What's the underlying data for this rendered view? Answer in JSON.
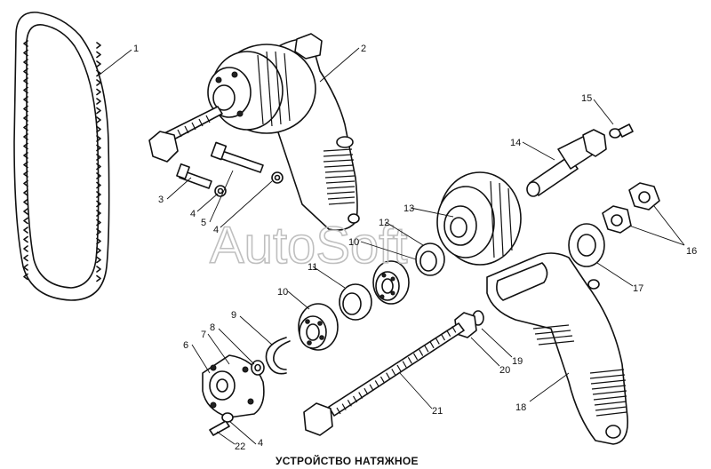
{
  "title": "УСТРОЙСТВО НАТЯЖНОЕ",
  "watermark": "AutoSoft",
  "callouts": [
    {
      "id": "c1",
      "text": "1"
    },
    {
      "id": "c2",
      "text": "2"
    },
    {
      "id": "c3",
      "text": "3"
    },
    {
      "id": "c4a",
      "text": "4"
    },
    {
      "id": "c4b",
      "text": "4"
    },
    {
      "id": "c4c",
      "text": "4"
    },
    {
      "id": "c5",
      "text": "5"
    },
    {
      "id": "c6",
      "text": "6"
    },
    {
      "id": "c7",
      "text": "7"
    },
    {
      "id": "c8",
      "text": "8"
    },
    {
      "id": "c9",
      "text": "9"
    },
    {
      "id": "c10a",
      "text": "10"
    },
    {
      "id": "c10b",
      "text": "10"
    },
    {
      "id": "c11",
      "text": "11"
    },
    {
      "id": "c12",
      "text": "12"
    },
    {
      "id": "c13",
      "text": "13"
    },
    {
      "id": "c14",
      "text": "14"
    },
    {
      "id": "c15",
      "text": "15"
    },
    {
      "id": "c16",
      "text": "16"
    },
    {
      "id": "c17",
      "text": "17"
    },
    {
      "id": "c18",
      "text": "18"
    },
    {
      "id": "c19",
      "text": "19"
    },
    {
      "id": "c20",
      "text": "20"
    },
    {
      "id": "c21",
      "text": "21"
    },
    {
      "id": "c22",
      "text": "22"
    }
  ]
}
